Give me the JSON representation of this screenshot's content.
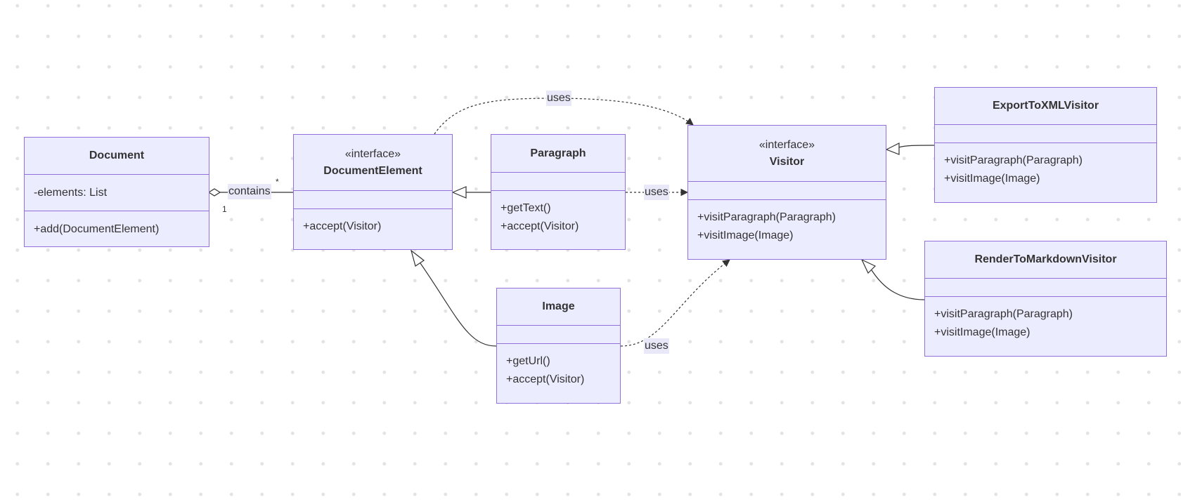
{
  "colors": {
    "class_fill": "#ececff",
    "class_border": "#9370db",
    "edge": "#333333",
    "label_bg": "#e8e8f8"
  },
  "classes": {
    "document": {
      "name": "Document",
      "attributes": [
        "-elements: List"
      ],
      "methods": [
        "+add(DocumentElement)"
      ]
    },
    "document_element": {
      "stereotype": "«interface»",
      "name": "DocumentElement",
      "attributes": [],
      "methods": [
        "+accept(Visitor)"
      ]
    },
    "paragraph": {
      "name": "Paragraph",
      "attributes": [],
      "methods": [
        "+getText()",
        "+accept(Visitor)"
      ]
    },
    "image": {
      "name": "Image",
      "attributes": [],
      "methods": [
        "+getUrl()",
        "+accept(Visitor)"
      ]
    },
    "visitor": {
      "stereotype": "«interface»",
      "name": "Visitor",
      "attributes": [],
      "methods": [
        "+visitParagraph(Paragraph)",
        "+visitImage(Image)"
      ]
    },
    "export_xml": {
      "name": "ExportToXMLVisitor",
      "attributes": [],
      "methods": [
        "+visitParagraph(Paragraph)",
        "+visitImage(Image)"
      ]
    },
    "render_md": {
      "name": "RenderToMarkdownVisitor",
      "attributes": [],
      "methods": [
        "+visitParagraph(Paragraph)",
        "+visitImage(Image)"
      ]
    }
  },
  "relations": {
    "contains": {
      "label": "contains",
      "source_multiplicity": "1",
      "target_multiplicity": "*"
    },
    "uses_element": {
      "label": "uses"
    },
    "uses_paragraph": {
      "label": "uses"
    },
    "uses_image": {
      "label": "uses"
    }
  }
}
